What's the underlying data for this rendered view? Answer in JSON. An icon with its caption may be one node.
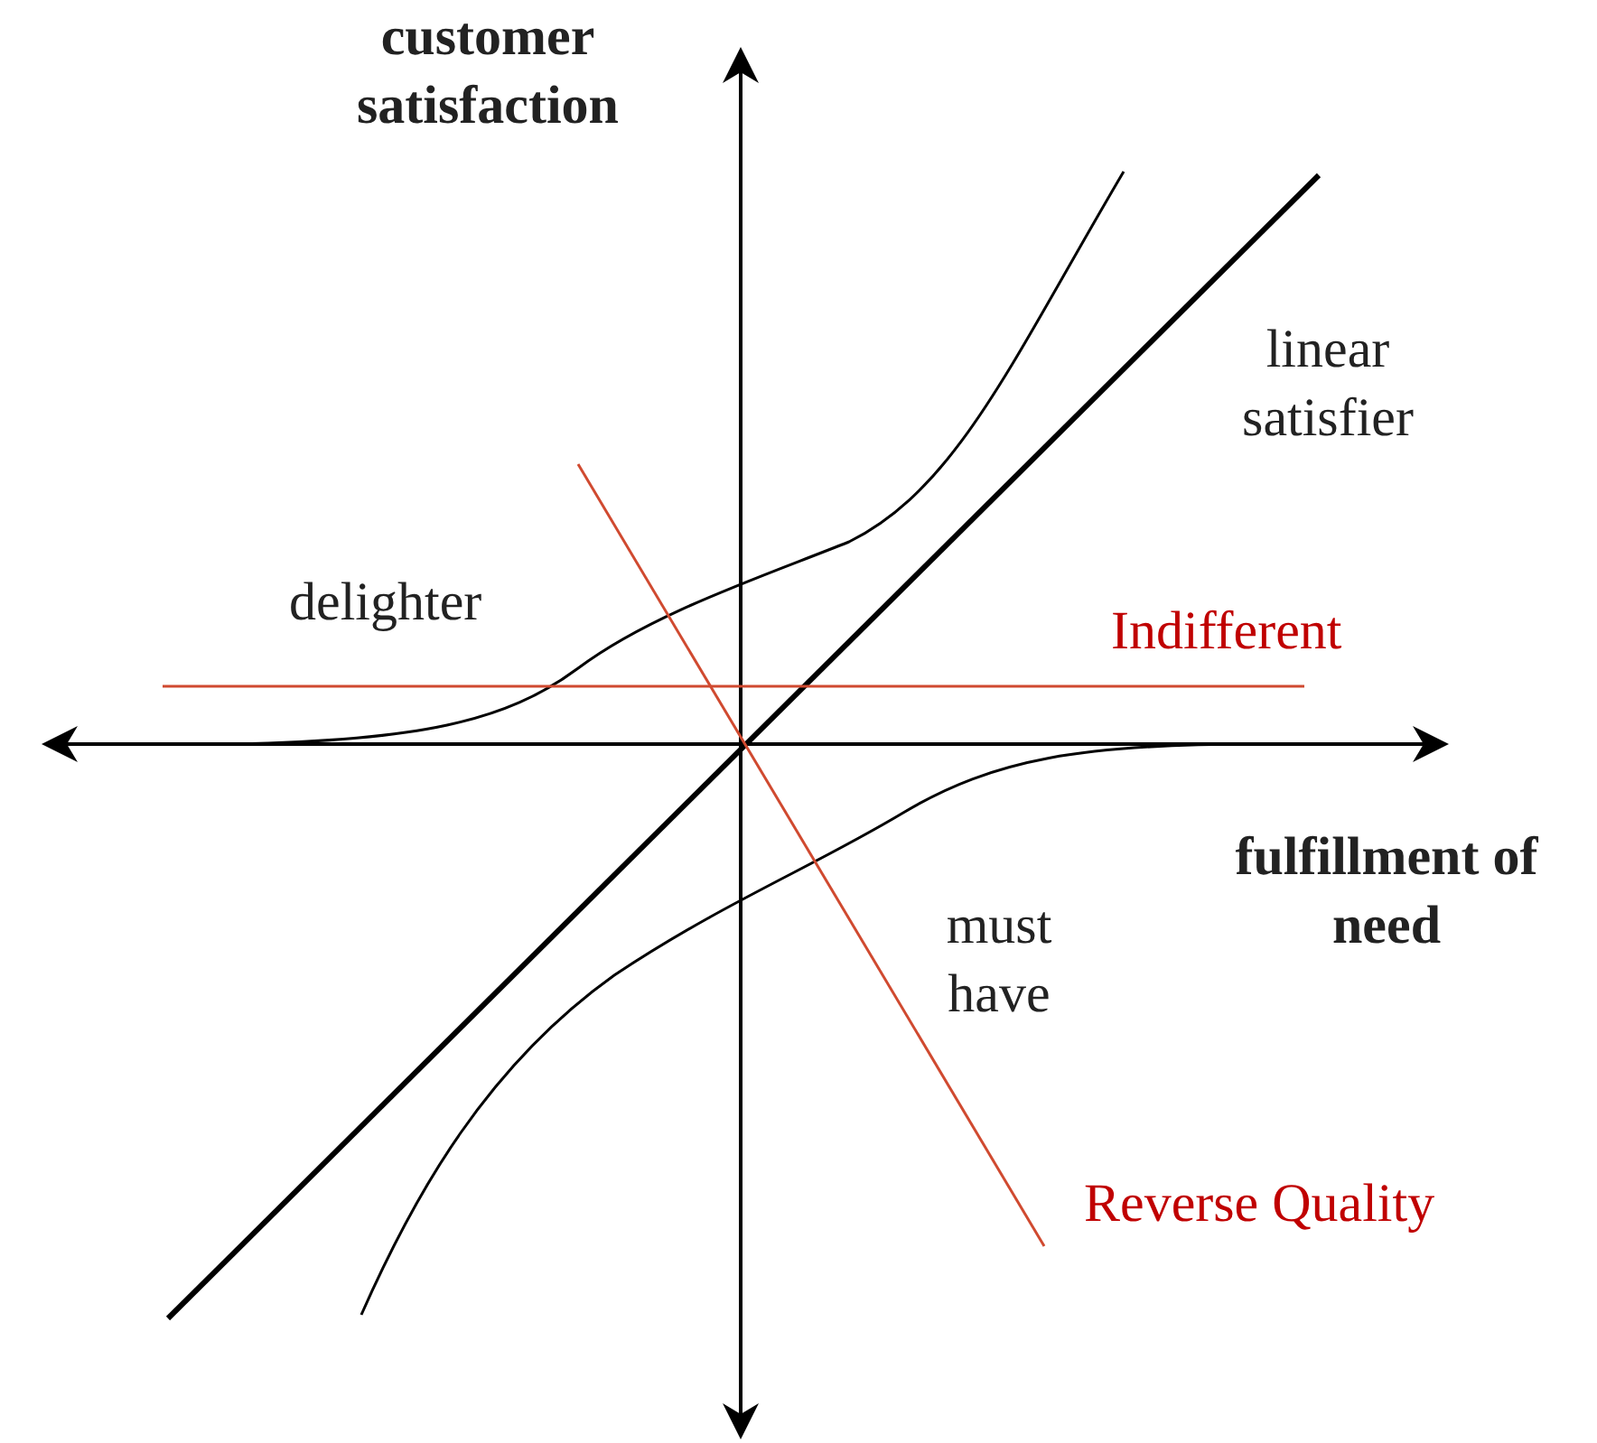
{
  "diagram": {
    "labels": [
      "customer satisfaction",
      "linear satisfier",
      "delighter",
      "Indifferent",
      "fulfillment of need",
      "must have",
      "Reverse Quality"
    ]
  }
}
